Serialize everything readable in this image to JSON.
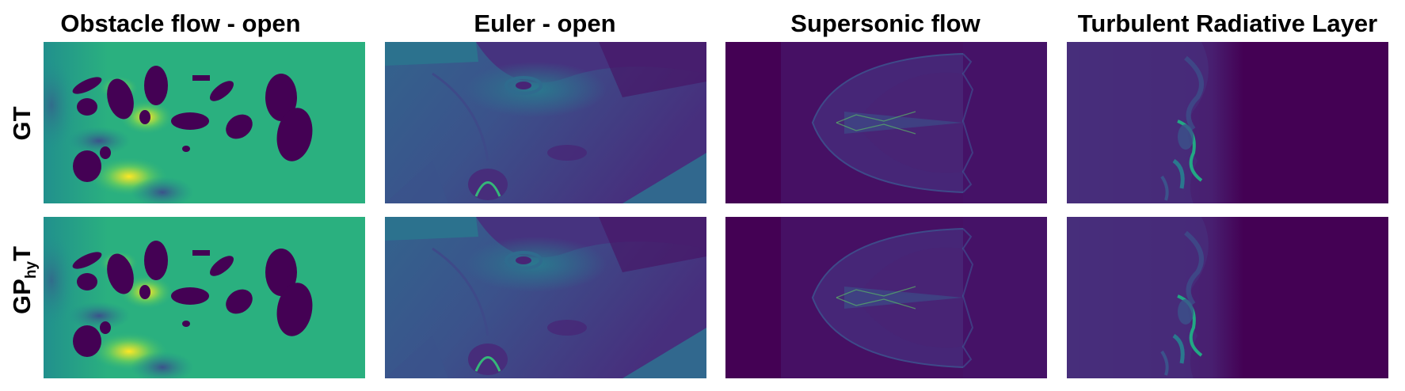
{
  "columns": [
    {
      "title": "Obstacle flow - open"
    },
    {
      "title": "Euler - open"
    },
    {
      "title": "Supersonic flow"
    },
    {
      "title": "Turbulent Radiative Layer"
    }
  ],
  "rows": [
    {
      "label": "GT"
    },
    {
      "label_main": "GP",
      "label_sub": "hy",
      "label_tail": "T"
    }
  ],
  "colors": {
    "viridis_dark": "#440154",
    "viridis_blue": "#3b528b",
    "viridis_teal": "#21908d",
    "viridis_green": "#5dc863",
    "viridis_yellow": "#fde725",
    "obstacle_bg": "#2ab07f",
    "deep_purple": "#461064"
  }
}
